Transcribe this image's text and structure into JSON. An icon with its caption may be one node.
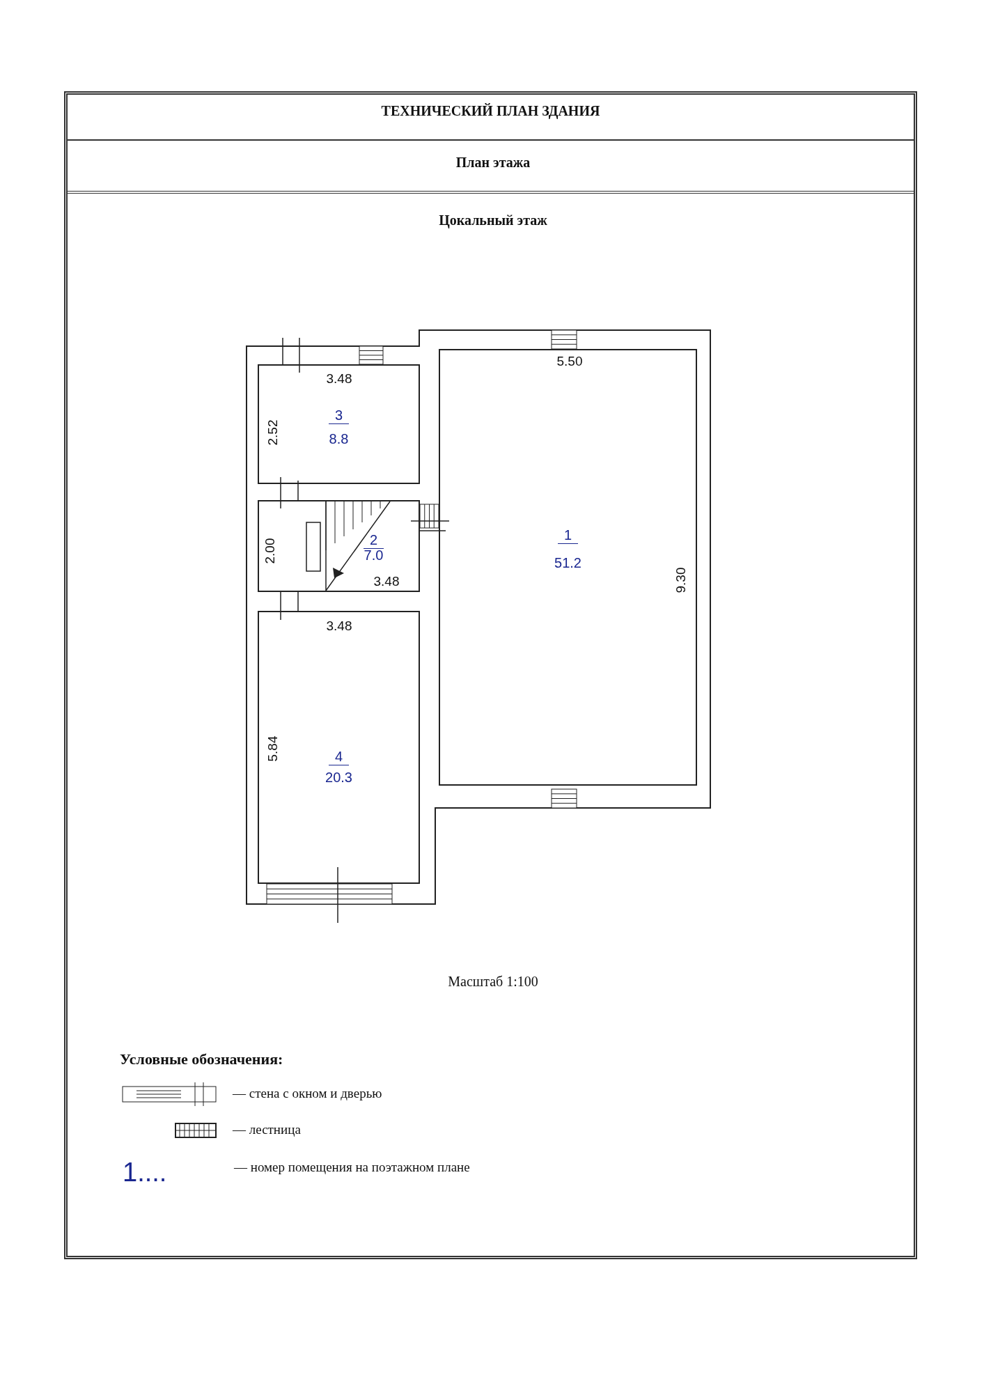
{
  "diagram": {
    "title": "ТЕХНИЧЕСКИЙ ПЛАН ЗДАНИЯ",
    "nodes": [
      {
        "text": [
          "3",
          "8.8"
        ]
      },
      {
        "text": [
          "1",
          "51.2"
        ]
      },
      {
        "text": [
          "2",
          "7.0"
        ]
      },
      {
        "text": [
          "4",
          "20.3"
        ]
      }
    ],
    "labels": [
      "План этажа",
      "Цокальный этаж",
      "3.48",
      "5.50",
      "2.52",
      "2.00",
      "3.48",
      "9.30",
      "3.48",
      "5.84",
      "Масштаб 1:100",
      "Условные обозначения:",
      "1...."
    ],
    "legend": [
      {
        "text": "— стена с окном и дверью"
      },
      {
        "text": "— лестница"
      },
      {
        "text": "— номер помещения на поэтажном плане"
      }
    ]
  }
}
